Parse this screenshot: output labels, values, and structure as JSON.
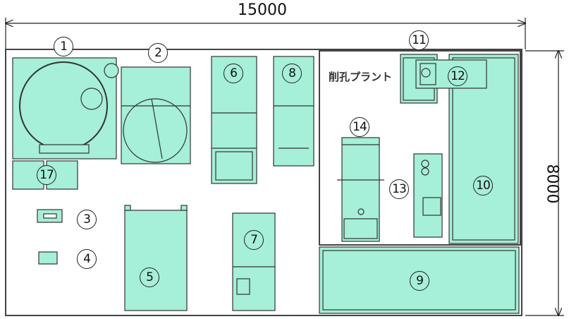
{
  "dimensions": {
    "width_label": "15000",
    "height_label": "8000"
  },
  "plant_label": "削孔プラント",
  "colors": {
    "equipment_fill": "#a6efd8",
    "outline": "#333333"
  },
  "equipment_labels": [
    "1",
    "2",
    "3",
    "4",
    "5",
    "6",
    "7",
    "8",
    "9",
    "10",
    "11",
    "12",
    "13",
    "14",
    "17"
  ]
}
